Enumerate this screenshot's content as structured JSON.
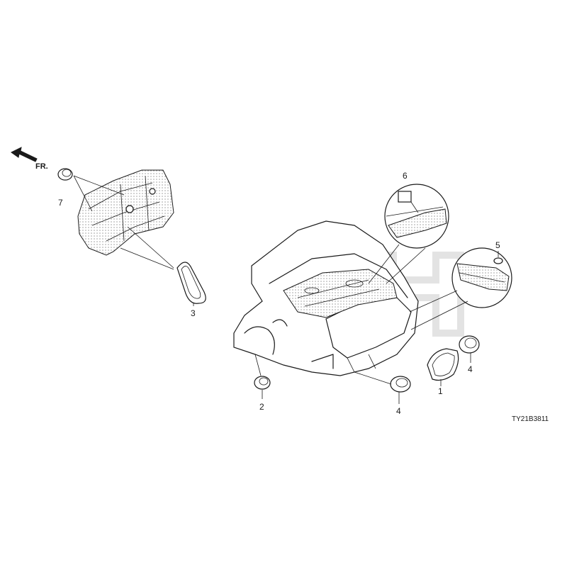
{
  "orientation": {
    "label": "FR.",
    "icon": "front-arrow-icon"
  },
  "callouts": [
    {
      "id": "callout-7",
      "number": "7"
    },
    {
      "id": "callout-3",
      "number": "3"
    },
    {
      "id": "callout-6",
      "number": "6"
    },
    {
      "id": "callout-5",
      "number": "5"
    },
    {
      "id": "callout-2",
      "number": "2"
    },
    {
      "id": "callout-4a",
      "number": "4"
    },
    {
      "id": "callout-1",
      "number": "1"
    },
    {
      "id": "callout-4b",
      "number": "4"
    }
  ],
  "diagram_code": "TY21B3811",
  "watermark": {
    "icon": "honda-logo-icon"
  }
}
